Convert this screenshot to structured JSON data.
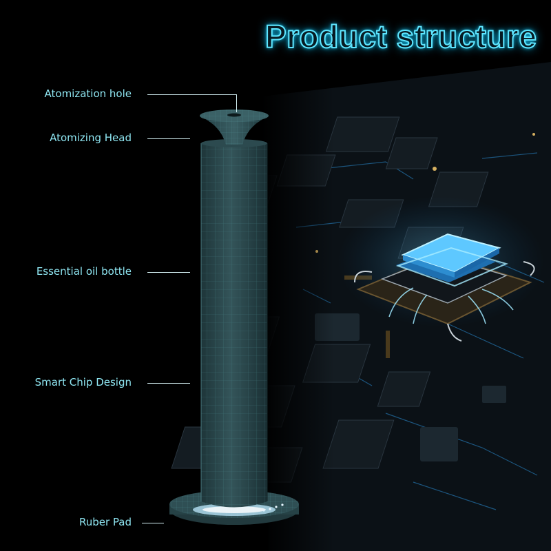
{
  "title": "Product structure",
  "parts": [
    {
      "id": "atomization-hole",
      "label": "Atomization hole"
    },
    {
      "id": "atomizing-head",
      "label": "Atomizing Head"
    },
    {
      "id": "essential-oil-bottle",
      "label": "Essential oil bottle"
    },
    {
      "id": "smart-chip-design",
      "label": "Smart Chip Design"
    },
    {
      "id": "ruber-pad",
      "label": "Ruber Pad"
    }
  ],
  "colors": {
    "background": "#000000",
    "accent": "#5fe6ff",
    "label": "#8fe6f2",
    "device": "#2c4a4f",
    "glow": "#38b9ff"
  }
}
